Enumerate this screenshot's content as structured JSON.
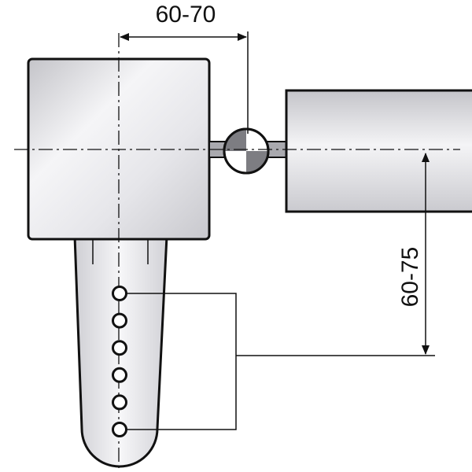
{
  "diagram": {
    "dimensions": {
      "horizontal_label": "60-70",
      "vertical_label": "60-75"
    },
    "hole_count": 6,
    "colors": {
      "stroke": "#111111",
      "body_fill_light": "#f4f4f6",
      "body_fill_dark": "#c9c9ce",
      "ball_dark": "#7d7d82",
      "background": "#ffffff"
    }
  }
}
